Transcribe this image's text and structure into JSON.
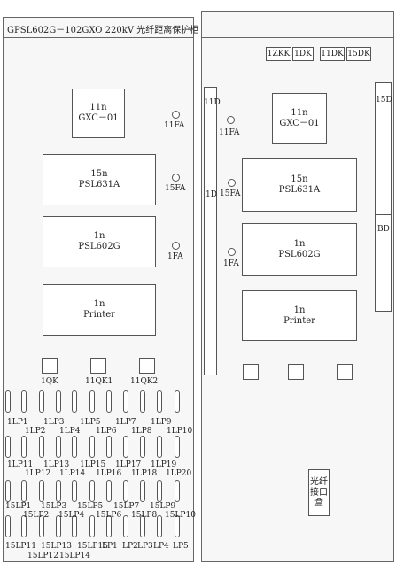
{
  "left": {
    "title": "GPSL602G－102GXO 220kV 光纤距离保护柜",
    "devices": [
      {
        "line1": "11n",
        "line2": "GXC－01",
        "led": "11FA"
      },
      {
        "line1": "15n",
        "line2": "PSL631A",
        "led": "15FA"
      },
      {
        "line1": "1n",
        "line2": "PSL602G",
        "led": "1FA"
      },
      {
        "line1": "1n",
        "line2": "Printer",
        "led": ""
      }
    ],
    "breakers": [
      "1QK",
      "11QK1",
      "11QK2"
    ],
    "plate_rows": [
      {
        "top": [
          "1LP1",
          "1LP3",
          "1LP5",
          "1LP7",
          "1LP9"
        ],
        "bottom": [
          "1LP2",
          "1LP4",
          "1LP6",
          "1LP8",
          "1LP10"
        ]
      },
      {
        "top": [
          "1LP11",
          "1LP13",
          "1LP15",
          "1LP17",
          "1LP19"
        ],
        "bottom": [
          "1LP12",
          "1LP14",
          "1LP16",
          "1LP18",
          "1LP20"
        ]
      },
      {
        "top": [
          "15LP1",
          "15LP3",
          "15LP5",
          "15LP7",
          "15LP9"
        ],
        "bottom": [
          "15LP2",
          "15LP4",
          "15LP6",
          "15LP8",
          "15LP10"
        ]
      },
      {
        "top": [
          "15LP11",
          "15LP13",
          "15LP15",
          "LP1",
          "LP2",
          "LP3",
          "LP4",
          "LP5"
        ],
        "bottom": [
          "15LP12",
          "15LP14"
        ]
      }
    ]
  },
  "right": {
    "switches": [
      "1ZKK",
      "1DK",
      "11DK",
      "15DK"
    ],
    "rails": [
      "11D",
      "1D",
      "15D",
      "BD"
    ],
    "devices": [
      {
        "line1": "11n",
        "line2": "GXC－01",
        "led": "11FA"
      },
      {
        "line1": "15n",
        "line2": "PSL631A",
        "led": "15FA"
      },
      {
        "line1": "1n",
        "line2": "PSL602G",
        "led": "1FA"
      },
      {
        "line1": "1n",
        "line2": "Printer",
        "led": ""
      }
    ],
    "fiber_box": {
      "line1": "光纤",
      "line2": "接口盒"
    }
  }
}
